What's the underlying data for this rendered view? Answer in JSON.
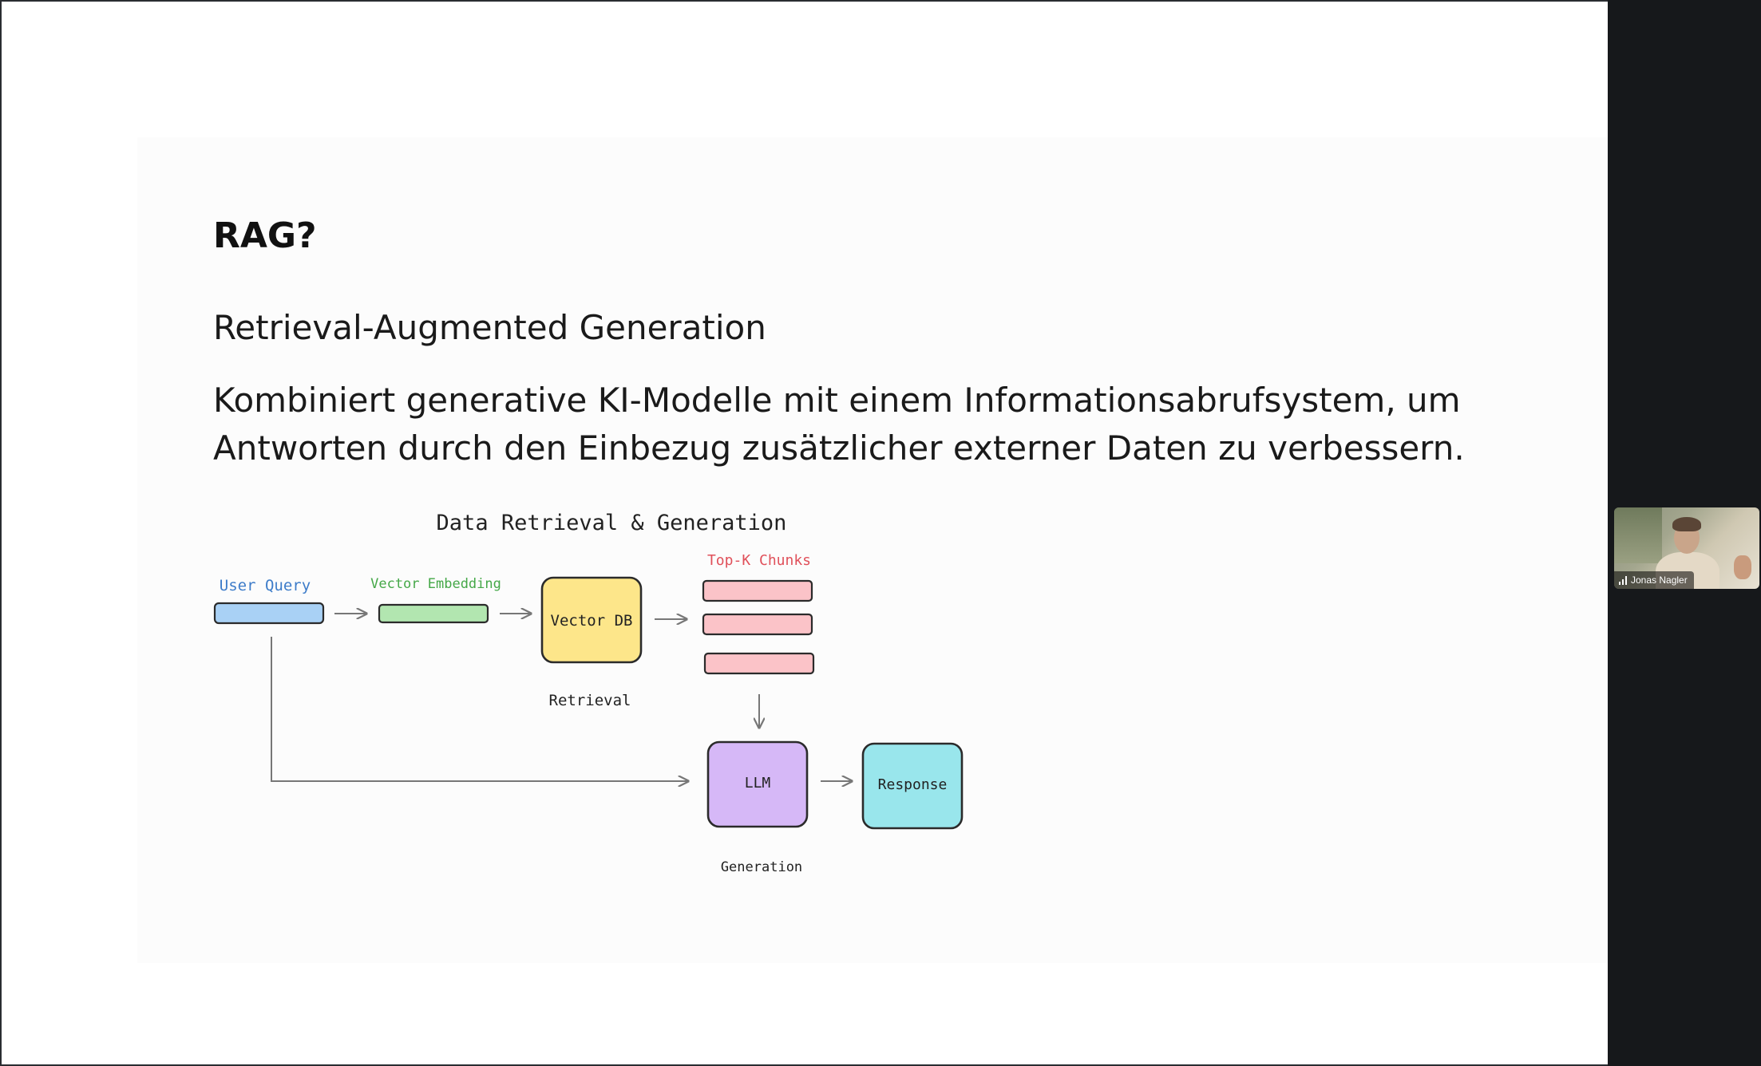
{
  "slide": {
    "title": "RAG?",
    "subtitle": "Retrieval-Augmented Generation",
    "body": "Kombiniert generative KI-Modelle mit einem Informationsabrufsystem, um Antworten durch den Einbezug zusätzlicher externer Daten zu verbessern."
  },
  "diagram": {
    "title": "Data Retrieval & Generation",
    "user_query": "User Query",
    "vector_embedding": "Vector Embedding",
    "vector_db": "Vector DB",
    "top_k_chunks": "Top-K Chunks",
    "retrieval": "Retrieval",
    "llm": "LLM",
    "response": "Response",
    "generation": "Generation"
  },
  "colors": {
    "user_query_fill": "#a9d1f5",
    "user_query_text": "#3d7cc9",
    "vector_embedding_fill": "#b2e6b0",
    "vector_embedding_text": "#45a848",
    "vector_db_fill": "#fde68a",
    "chunk_fill": "#fbc3c8",
    "chunk_text": "#e0505a",
    "llm_fill": "#d6b8f7",
    "response_fill": "#99e6ec",
    "stroke": "#2b2b2b",
    "arrow": "#777777"
  },
  "webcam": {
    "participant_name": "Jonas Nagler",
    "icon": "signal-bars-icon"
  }
}
